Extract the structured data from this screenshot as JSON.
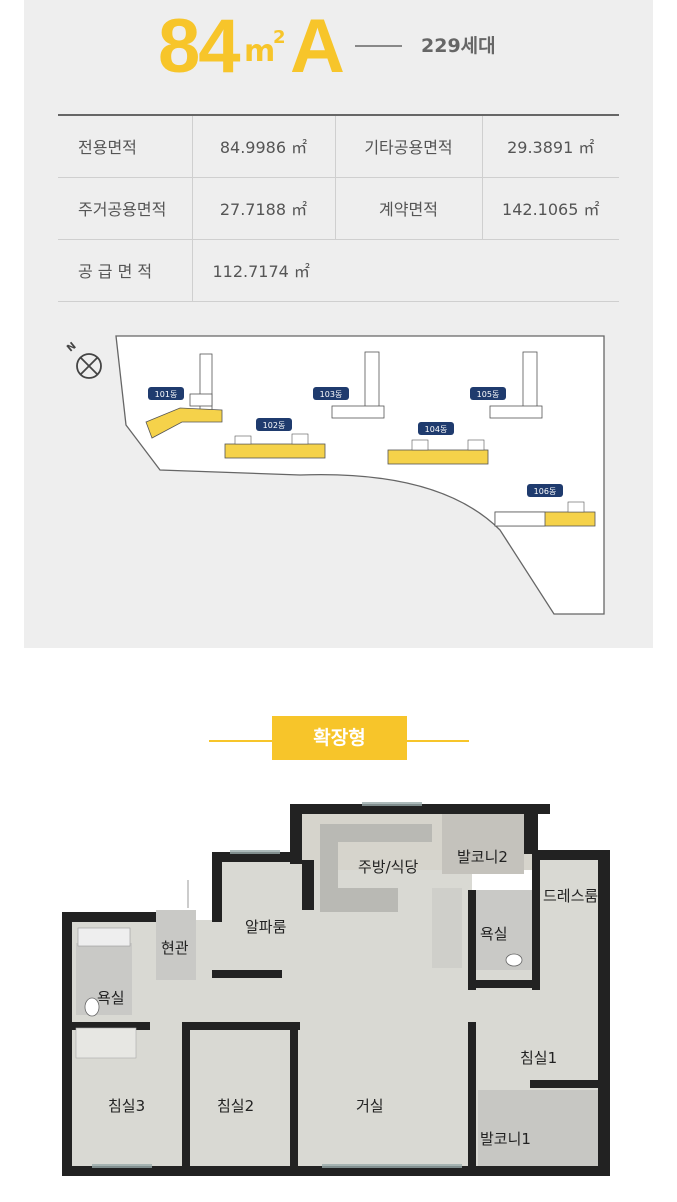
{
  "title": {
    "area_number": "84",
    "unit": "m",
    "unit_superscript": "2",
    "type_letter": "A",
    "household_count": "229세대"
  },
  "area_table": {
    "rows": [
      {
        "label1": "전용면적",
        "value1": "84.9986 ㎡",
        "label2": "기타공용면적",
        "value2": "29.3891 ㎡"
      },
      {
        "label1": "주거공용면적",
        "value1": "27.7188 ㎡",
        "label2": "계약면적",
        "value2": "142.1065 ㎡"
      },
      {
        "label1": "공 급 면 적",
        "value1": "112.7174 ㎡"
      }
    ]
  },
  "site_plan": {
    "compass_label": "N",
    "buildings": [
      "101동",
      "102동",
      "103동",
      "104동",
      "105동",
      "106동"
    ]
  },
  "badge": {
    "label": "확장형"
  },
  "floor_plan": {
    "rooms": {
      "kitchen": "주방/식당",
      "balcony2": "발코니2",
      "dressroom": "드레스룸",
      "alpha": "알파룸",
      "entrance": "현관",
      "bath_master": "욕실",
      "bath_common": "욕실",
      "bedroom1": "침실1",
      "bedroom2": "침실2",
      "bedroom3": "침실3",
      "living": "거실",
      "balcony1": "발코니1"
    }
  },
  "colors": {
    "accent": "#f7c52a",
    "panel_bg": "#eeeeee"
  }
}
